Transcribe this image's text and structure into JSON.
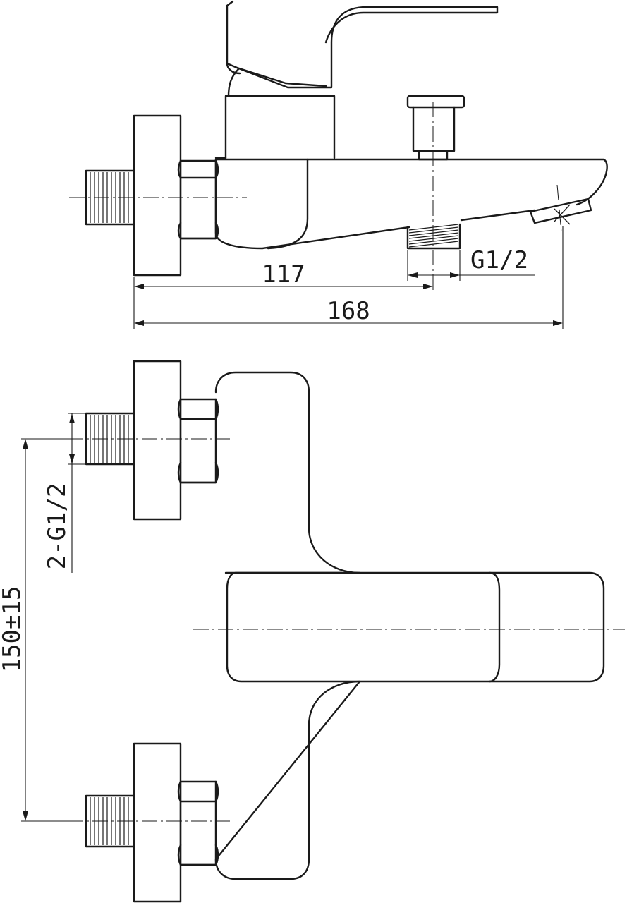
{
  "dimensions": {
    "side_inlet_offset": "117",
    "side_total_length": "168",
    "spout_thread": "G1/2",
    "inlet_threads": "2-G1/2",
    "inlet_spacing": "150±15"
  }
}
